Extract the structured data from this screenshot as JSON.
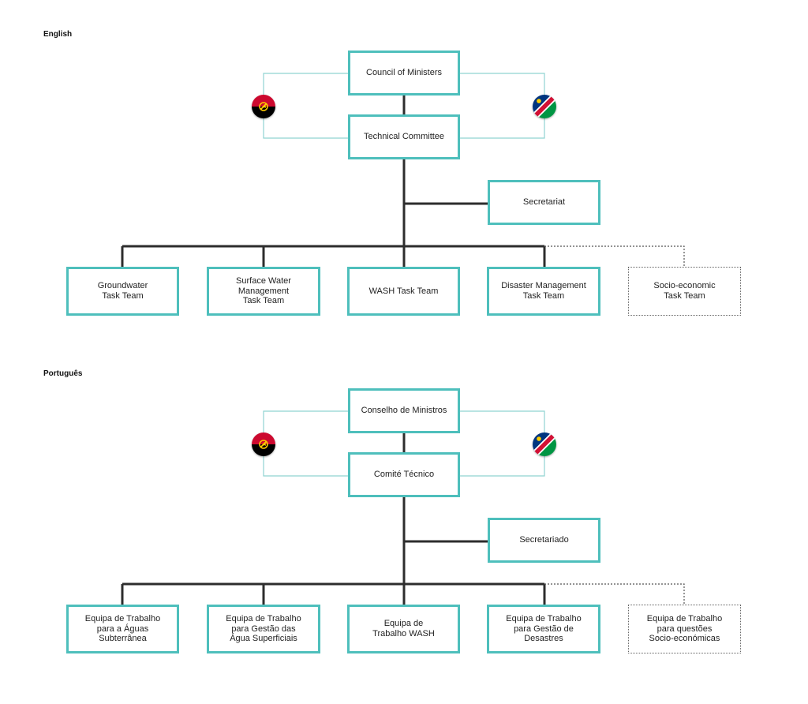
{
  "sections": [
    {
      "title": "English",
      "council": "Council of Ministers",
      "technical": "Technical Committee",
      "secretariat": "Secretariat",
      "teams": [
        "Groundwater\nTask Team",
        "Surface Water\nManagement\nTask Team",
        "WASH Task Team",
        "Disaster Management\nTask Team",
        "Socio-economic\nTask Team"
      ]
    },
    {
      "title": "Português",
      "council": "Conselho de Ministros",
      "technical": "Comité Técnico",
      "secretariat": "Secretariado",
      "teams": [
        "Equipa de Trabalho\npara a Águas\nSubterrânea",
        "Equipa de Trabalho\npara Gestão das\nÁgua Superficiais",
        "Equipa de\nTrabalho WASH",
        "Equipa de Trabalho\npara Gestão de\nDesastres",
        "Equipa de Trabalho\npara questões\nSocio-económicas"
      ]
    }
  ],
  "flags": {
    "left": "angola-flag-icon",
    "right": "namibia-flag-icon"
  },
  "colors": {
    "box_border": "#4ebfbc",
    "connector": "#2d2d2d",
    "thin_connector": "#8fd3d1",
    "dotted_border": "#666666"
  }
}
